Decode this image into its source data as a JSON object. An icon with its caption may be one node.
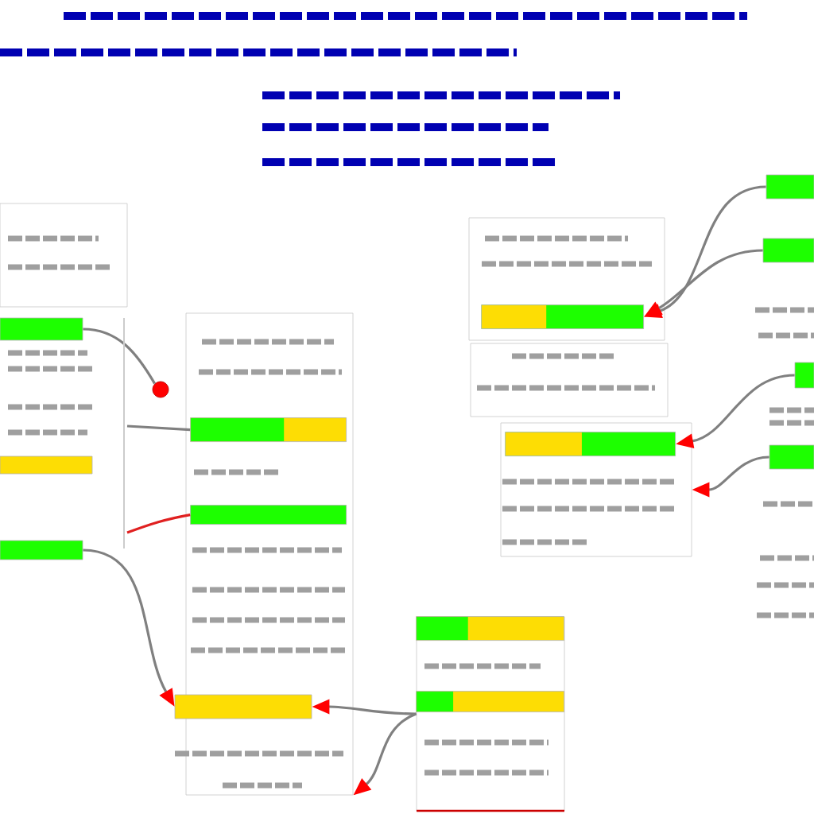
{
  "diagram": {
    "nodes": [
      {
        "text": [],
        "shape": "box"
      },
      {
        "text": [],
        "shape": "bar"
      },
      {
        "text": [],
        "shape": "box"
      },
      {
        "text": [],
        "shape": "bar",
        "in": 2
      },
      {
        "text": [],
        "shape": "bar",
        "in": 2
      },
      {
        "text": [],
        "shape": "box"
      },
      {
        "text": [],
        "shape": "bar",
        "in": 5
      },
      {
        "text": [],
        "shape": "box"
      },
      {
        "text": [],
        "shape": "bar"
      },
      {
        "text": [],
        "shape": "bar"
      },
      {
        "text": [],
        "shape": "bar"
      },
      {
        "text": [],
        "shape": "box"
      },
      {
        "text": [],
        "shape": "bar",
        "in": 11
      },
      {
        "text": [],
        "shape": "bar"
      },
      {
        "text": [],
        "shape": "bar"
      },
      {
        "text": [],
        "shape": "bar"
      },
      {
        "text": [],
        "shape": "box"
      },
      {
        "text": [],
        "shape": "bar",
        "in": 16
      },
      {
        "text": [],
        "shape": "bar",
        "in": 16
      },
      {
        "text": [],
        "shape": "bar"
      },
      {
        "text": [],
        "shape": "circle"
      }
    ],
    "edges": [
      {
        "from": 1,
        "to": 20,
        "arrow": "none"
      },
      {
        "from": null,
        "to": 3,
        "arrow": "none"
      },
      {
        "from": null,
        "to": 4,
        "arrow": "none",
        "color": "#e02020"
      },
      {
        "from": 15,
        "to": 19,
        "arrow": "to"
      },
      {
        "from": 16,
        "to": 19,
        "arrow": "to"
      },
      {
        "from": 16,
        "to": 2,
        "arrow": "to"
      },
      {
        "from": 8,
        "to": 6,
        "arrow": "to"
      },
      {
        "from": 9,
        "to": 6,
        "arrow": "to"
      },
      {
        "from": 13,
        "to": 12,
        "arrow": "to"
      },
      {
        "from": 14,
        "to": 11,
        "arrow": "to"
      }
    ]
  }
}
